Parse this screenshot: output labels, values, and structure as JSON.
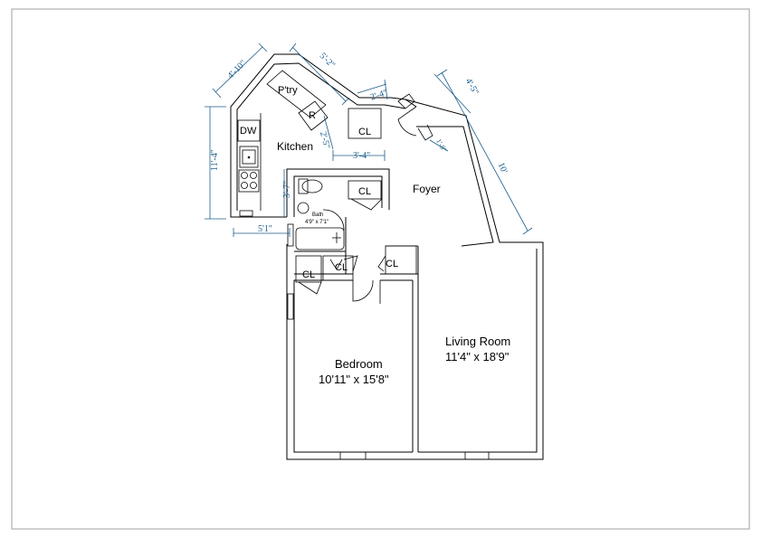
{
  "rooms": {
    "kitchen": "Kitchen",
    "foyer": "Foyer",
    "bedroom_name": "Bedroom",
    "bedroom_size": "10'11\" x 15'8\"",
    "living_name": "Living Room",
    "living_size": "11'4\" x 18'9\"",
    "bath_name": "Bath",
    "bath_size": "4'9\" x 7'1\""
  },
  "fixtures": {
    "dw": "DW",
    "pantry": "P'try",
    "refrigerator": "R",
    "closet": "CL"
  },
  "dimensions": {
    "d1": "4'-10\"",
    "d2": "5'-2\"",
    "d3": "2'-4\"",
    "d4": "4'-5\"",
    "d5": "2'-5\"",
    "d6": "3'-4\"",
    "d7": "11'-4\"",
    "d8": "3'-7\"",
    "d9": "5'1\"",
    "d10": "10'",
    "d11": "1'-8\""
  }
}
